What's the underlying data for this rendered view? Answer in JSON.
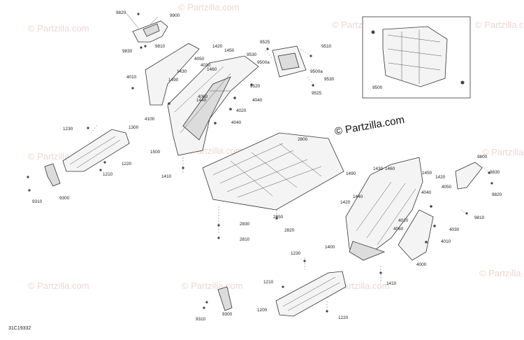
{
  "watermark": "© Partzilla.com",
  "center_watermark": "© Partzilla.com",
  "diagram_code": "31C19332",
  "callouts": {
    "c9820_top": "9820",
    "c9900": "9900",
    "c9810_top": "9810",
    "c9830_top": "9830",
    "c1420_top": "1420",
    "c1450_top": "1450",
    "c4050_top": "4050",
    "c1460_top": "1460",
    "c4030_top": "4030",
    "c1430_top": "1430",
    "c1490_top": "1490",
    "c4010": "4010",
    "c1440_top": "1440",
    "c4060_top": "4060",
    "c4020_top": "4020",
    "c4040_top": "4040",
    "c4040_top2": "4040",
    "c4100": "4100",
    "c1500": "1500",
    "c1410_top": "1410",
    "c9525_top": "9525",
    "c9530_top": "9530",
    "c9500a_top": "9500a",
    "c9510": "9510",
    "c9520": "9520",
    "c9500a_bot": "9500a",
    "c9530_bot": "9530",
    "c9525_bot": "9525",
    "c9500": "9500",
    "c1230_l": "1230",
    "c1300": "1300",
    "c1220_l": "1220",
    "c1210_l": "1210",
    "c9310_l": "9310",
    "c9300_l": "9300",
    "c2800": "2800",
    "c2830": "2830",
    "c2810": "2810",
    "c2850": "2850",
    "c2820": "2820",
    "c1490_r": "1490",
    "c1430_r": "1430",
    "c1460_r": "1460",
    "c1450_r": "1450",
    "c1420_r1": "1420",
    "c1440_r": "1440",
    "c4040_r": "4040",
    "c4050_r": "4050",
    "c1420_r2": "1420",
    "c4020_r": "4020",
    "c4030_r": "4030",
    "c4060_r": "4060",
    "c1400": "1400",
    "c4010_r": "4010",
    "c4000": "4000",
    "c1410_r": "1410",
    "c9800": "9800",
    "c9830_r": "9830",
    "c9820_r": "9820",
    "c9810_r": "9810",
    "c1230_b": "1230",
    "c1210_b": "1210",
    "c1200": "1200",
    "c1220_b": "1220",
    "c9310_b": "9310",
    "c9300_b": "9300"
  }
}
